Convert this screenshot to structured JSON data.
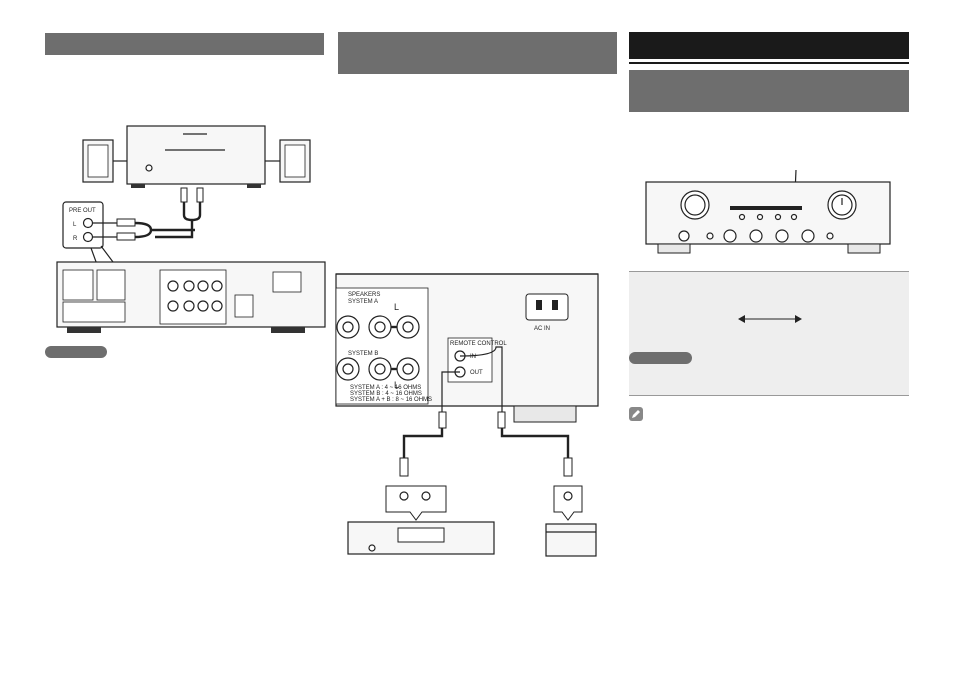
{
  "rear_panel": {
    "speakers_label": "SPEAKERS",
    "system_a_label": "SYSTEM A",
    "system_b_label": "SYSTEM B",
    "left_label": "L",
    "remote_control_label": "REMOTE CONTROL",
    "in_label": "IN",
    "out_label": "OUT",
    "ac_in_label": "AC IN",
    "ohms_lines": [
      "SYSTEM A : 4 ~ 16 OHMS",
      "SYSTEM B : 4 ~ 16 OHMS",
      "SYSTEM A + B : 8 ~ 16 OHMS"
    ]
  },
  "colors": {
    "section_bar": "#6e6e6e",
    "title_bar": "#1a1a1a",
    "panel_bg": "#eeeeee"
  },
  "icons": [
    "pencil-note-icon",
    "double-arrow-icon"
  ]
}
